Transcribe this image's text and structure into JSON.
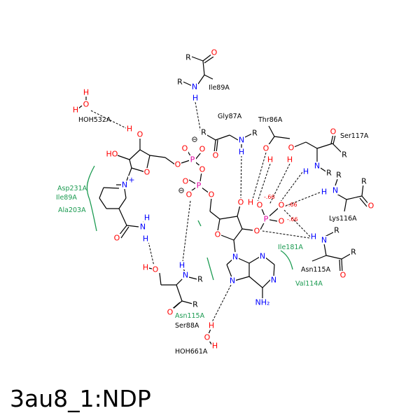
{
  "title": "3au8_1:NDP",
  "colors": {
    "O": "#ff0000",
    "N": "#0000ff",
    "H_polar": "#0000ff",
    "P": "#e0009f",
    "C": "#000000",
    "hydrophobic": "#1a9a50"
  },
  "atoms": {
    "O": "O",
    "N": "N",
    "H": "H",
    "P": "P",
    "R": "R",
    "Nplus": "N",
    "plus": "+",
    "NH2": "NH₂",
    "HO": "HO",
    "minus": "⊖"
  },
  "charges": [
    "-.66",
    "-.66",
    "-.66"
  ],
  "residues": [
    "Ile89A",
    "HOH532A",
    "Gly87A",
    "Thr86A",
    "Ser117A",
    "Lys116A",
    "Asn115A",
    "Ser88A",
    "HOH661A"
  ],
  "hydrophobic": [
    "Asp231A",
    "Ile89A",
    "Ala203A",
    "Ile181A",
    "Val114A",
    "Asn115A"
  ]
}
